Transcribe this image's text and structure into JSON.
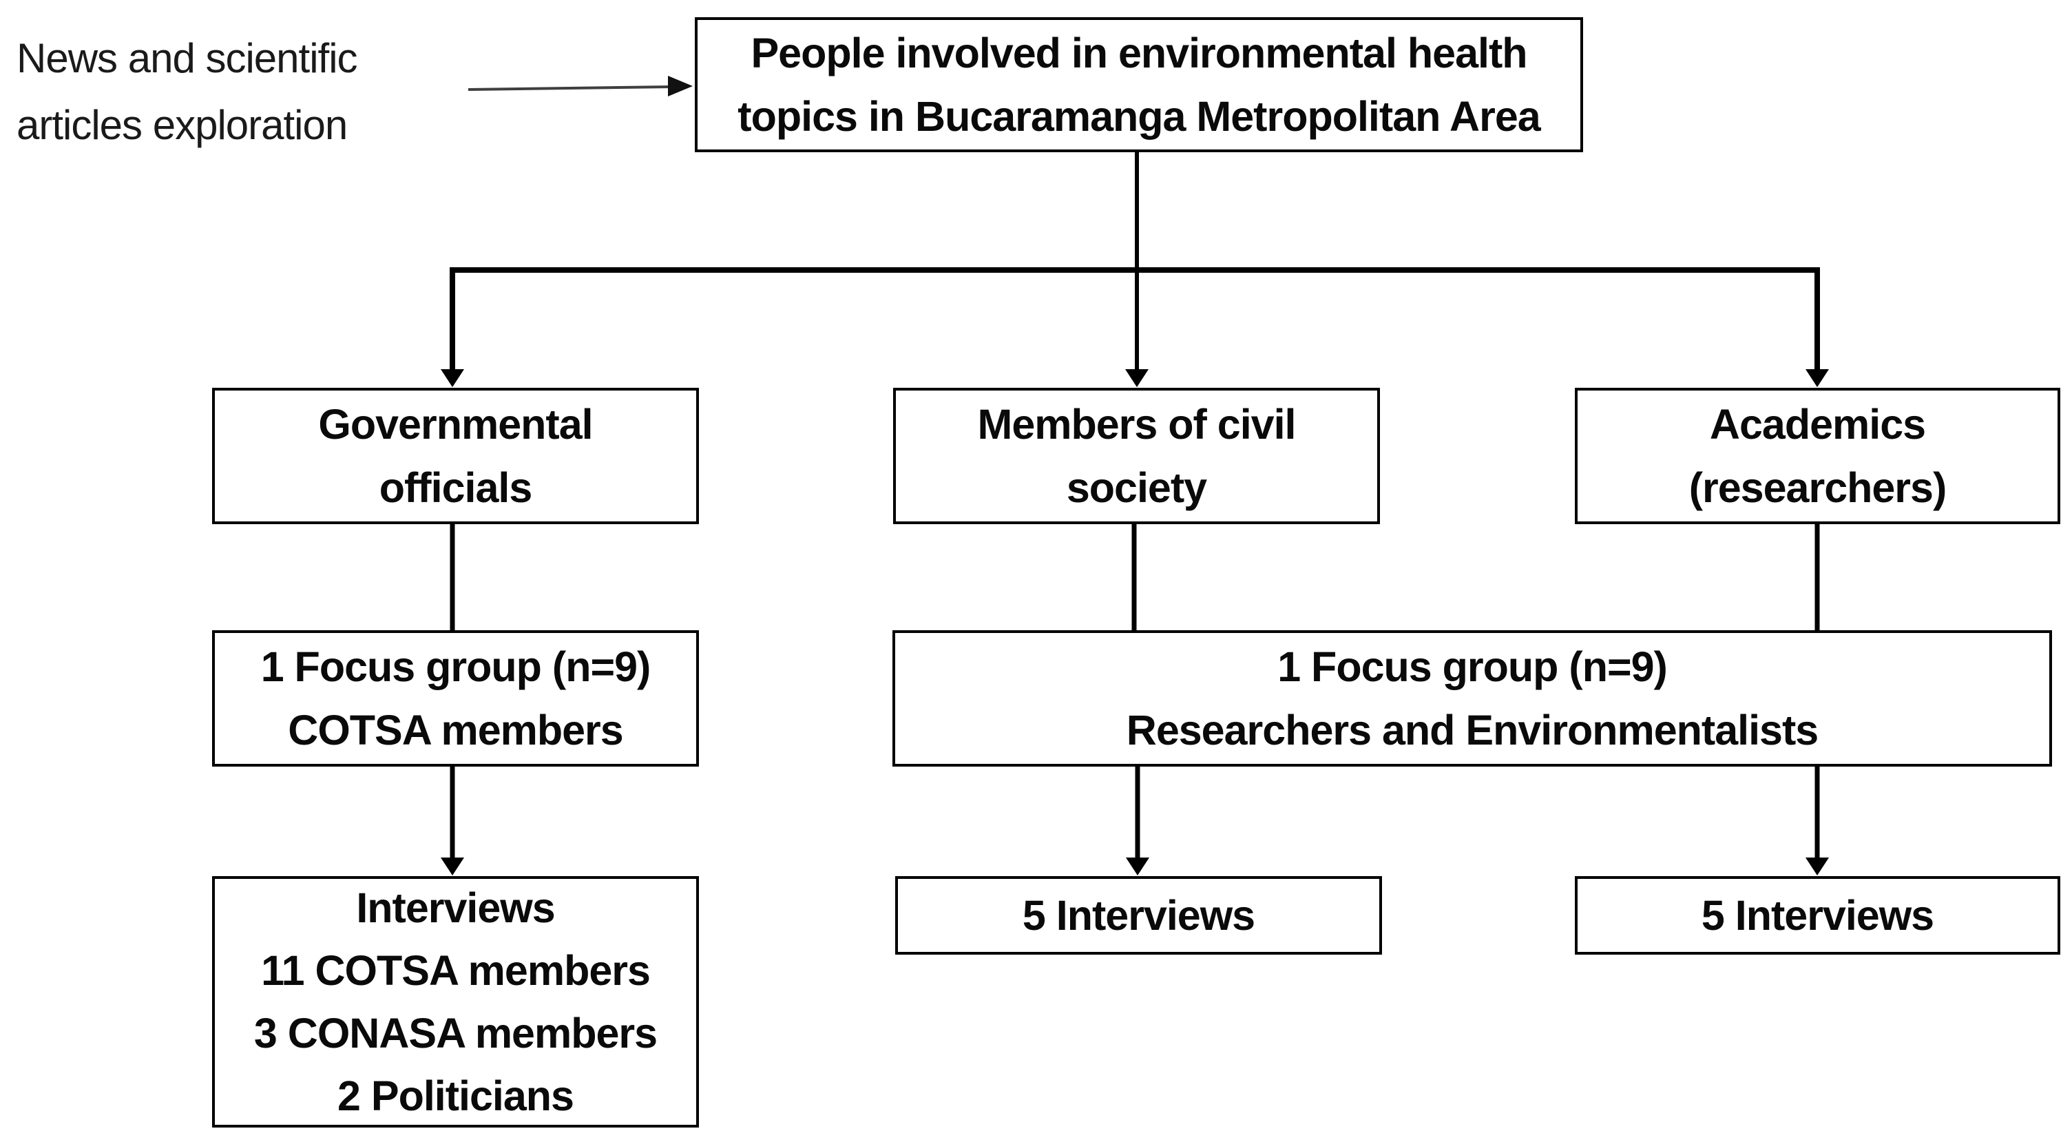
{
  "diagram": {
    "title_hint": "Recruitment flowchart of people involved in environmental health topics",
    "annotation": {
      "lines": [
        "News and scientific",
        "articles exploration"
      ]
    },
    "nodes": {
      "root": {
        "lines": [
          "People involved in environmental health",
          "topics in Bucaramanga Metropolitan Area"
        ]
      },
      "governmental": {
        "lines": [
          "Governmental",
          "officials"
        ]
      },
      "civil_society": {
        "lines": [
          "Members of civil",
          "society"
        ]
      },
      "academics": {
        "lines": [
          "Academics",
          "(researchers)"
        ]
      },
      "focus_group_cotsa": {
        "lines": [
          "1 Focus group (n=9)",
          "COTSA members"
        ]
      },
      "focus_group_researchers": {
        "lines": [
          "1 Focus group (n=9)",
          "Researchers and Environmentalists"
        ]
      },
      "interviews_governmental": {
        "lines": [
          "Interviews",
          "11 COTSA members",
          "3 CONASA members",
          "2 Politicians"
        ]
      },
      "interviews_civil": {
        "lines": [
          "5 Interviews"
        ]
      },
      "interviews_academics": {
        "lines": [
          "5 Interviews"
        ]
      }
    },
    "colors": {
      "background": "#ffffff",
      "box_border": "#000000",
      "box_fill": "#ffffff",
      "text": "#0a0a0a",
      "connector": "#000000",
      "annotation_arrow": "#3f3f3f"
    }
  }
}
